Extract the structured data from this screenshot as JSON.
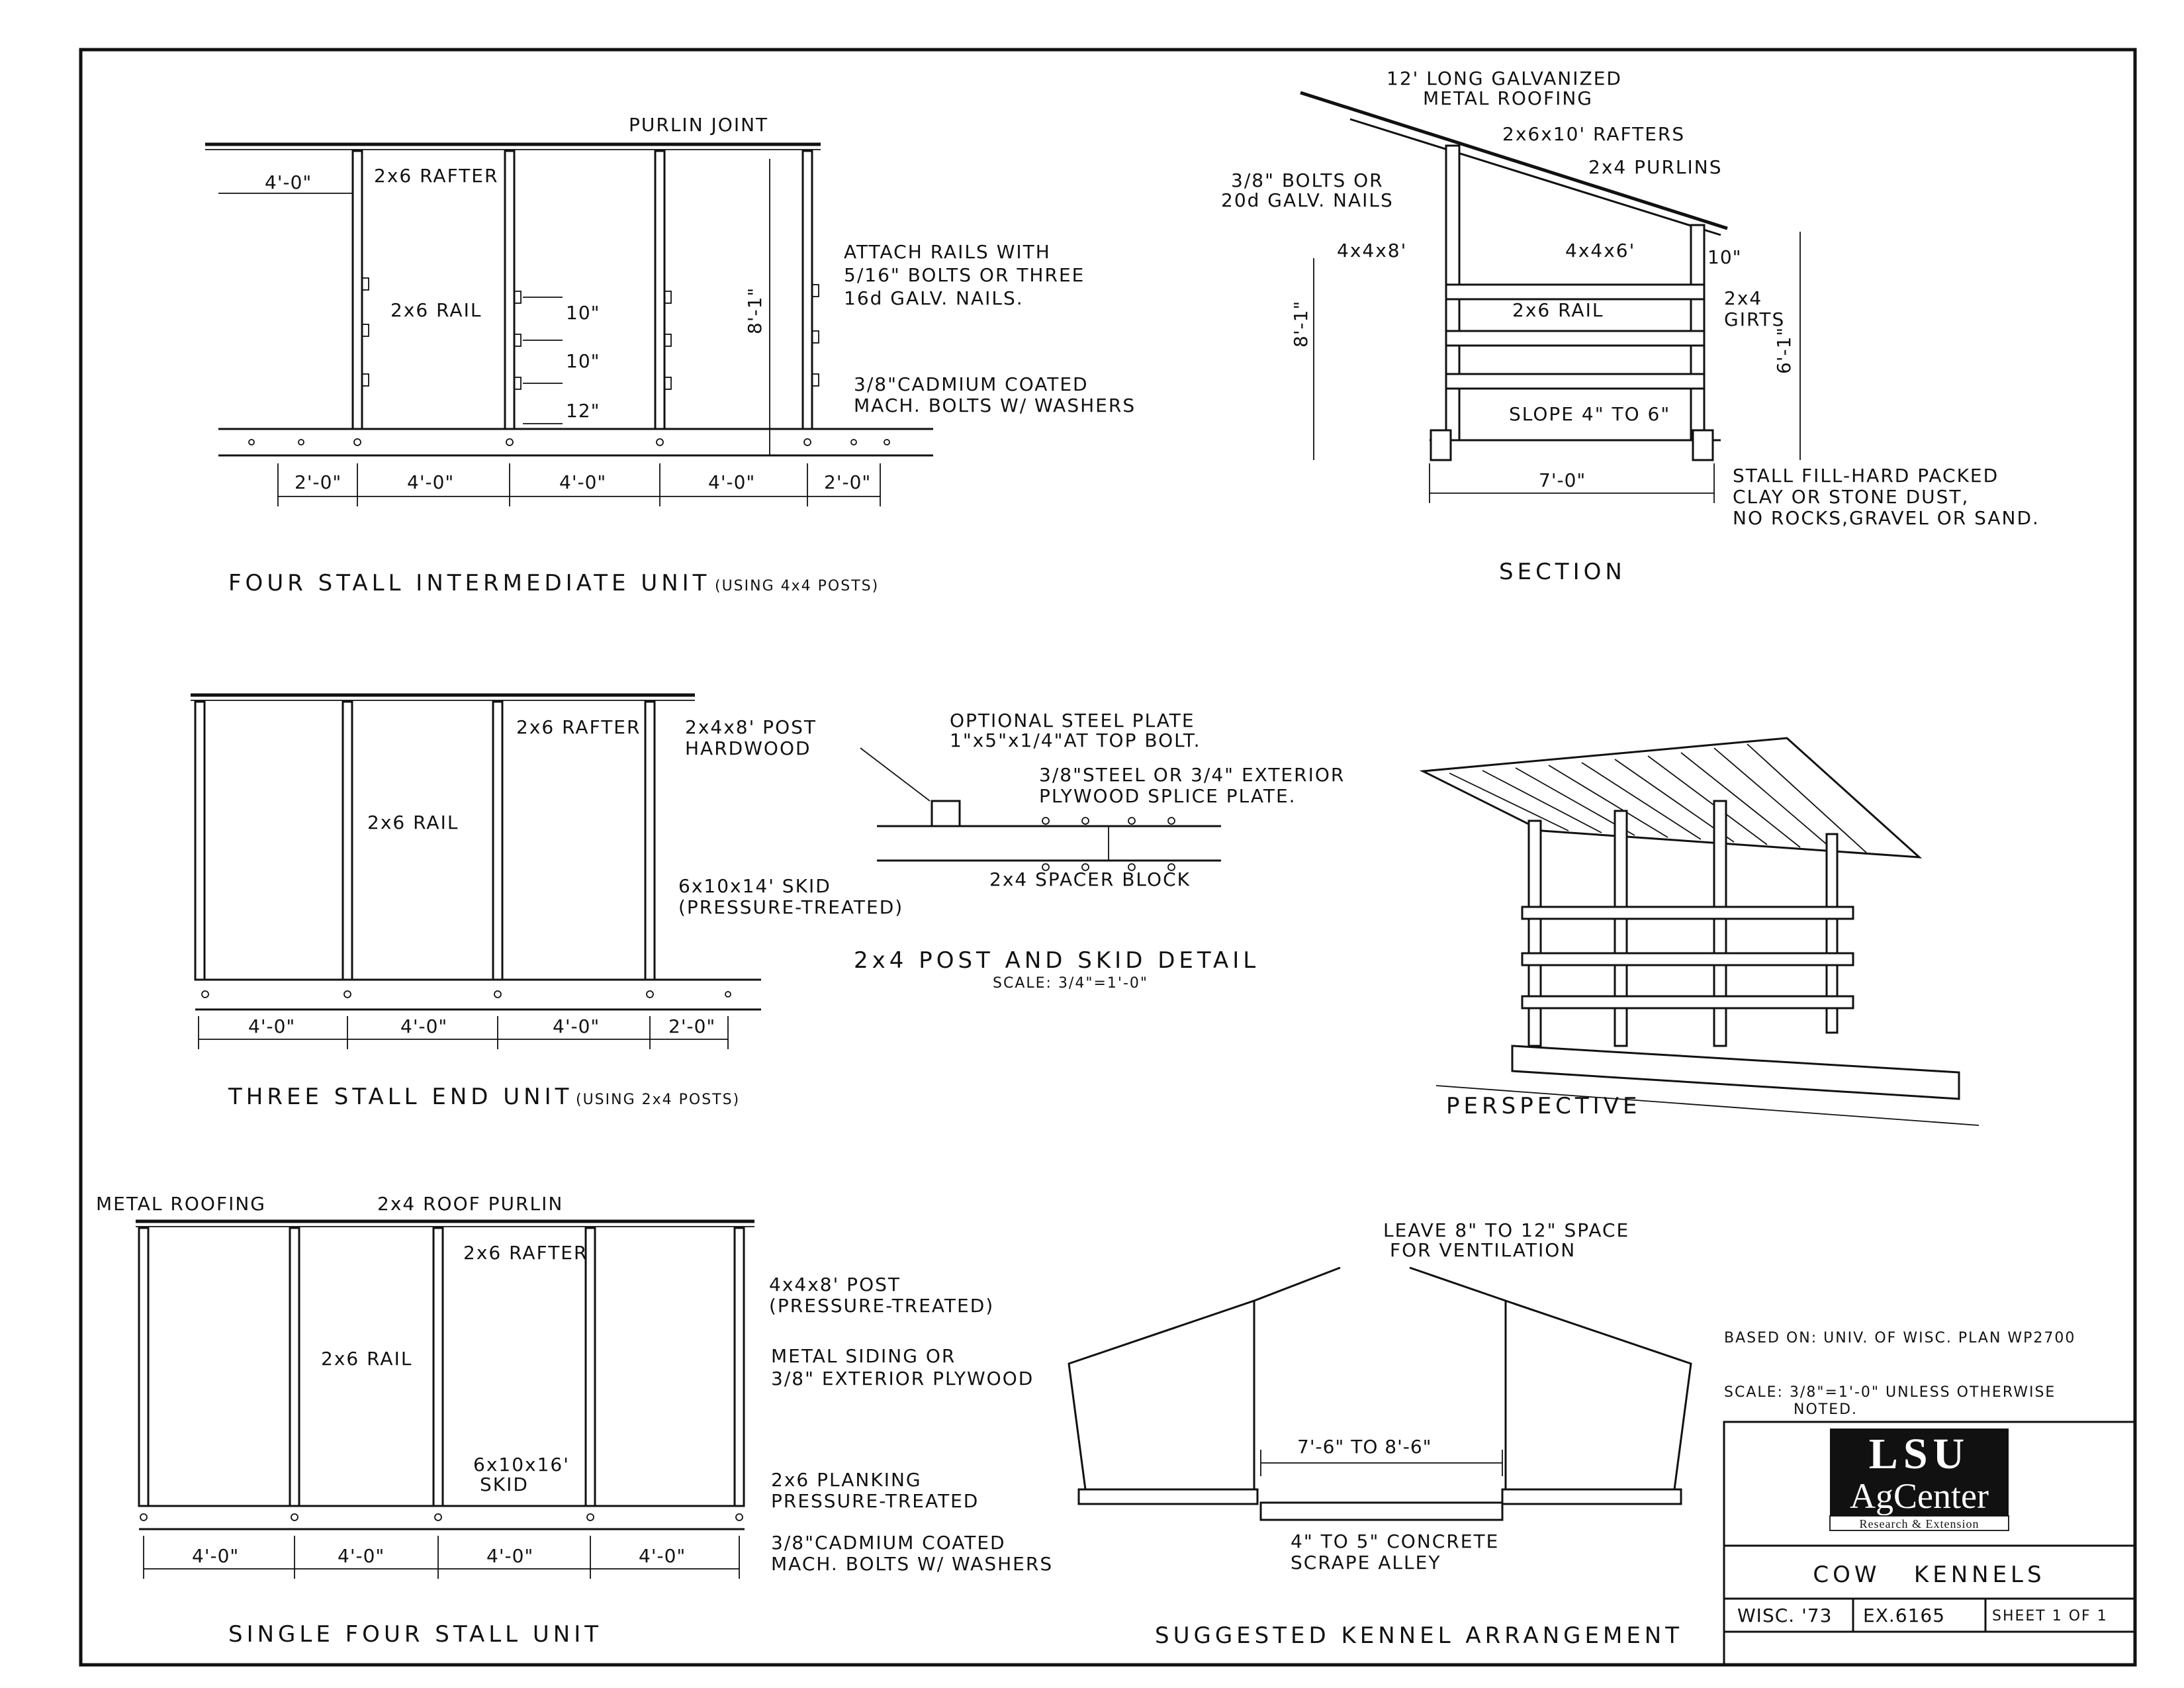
{
  "drawings": {
    "four_stall_intermediate": {
      "title": "FOUR STALL INTERMEDIATE UNIT",
      "title_note": "(USING 4x4 POSTS)",
      "purlin_joint": "PURLIN JOINT",
      "rafter": "2x6 RAFTER",
      "rail": "2x6 RAIL",
      "attach_note": [
        "ATTACH RAILS WITH",
        "5/16\" BOLTS OR THREE",
        "16d GALV. NAILS."
      ],
      "bolts_note": [
        "3/8\"CADMIUM COATED",
        "MACH. BOLTS W/ WASHERS"
      ],
      "overhang_dim": "4'-0\"",
      "height_dim": "8'-1\"",
      "rail_spacing": [
        "10\"",
        "10\"",
        "12\""
      ],
      "bottom_dims": [
        "2'-0\"",
        "4'-0\"",
        "4'-0\"",
        "4'-0\"",
        "2'-0\""
      ]
    },
    "section": {
      "title": "SECTION",
      "roofing": [
        "12' LONG GALVANIZED",
        "METAL ROOFING"
      ],
      "rafters": "2x6x10' RAFTERS",
      "purlins": "2x4 PURLINS",
      "bolts": [
        "3/8\" BOLTS OR",
        "20d GALV. NAILS"
      ],
      "post_back": "4x4x8'",
      "post_front": "4x4x6'",
      "rail": "2x6 RAIL",
      "girts": [
        "2x4",
        "GIRTS"
      ],
      "front_gap": "10\"",
      "height_back": "8'-1\"",
      "height_front": "6'-1\"",
      "slope": "SLOPE 4\" TO 6\"",
      "depth": "7'-0\"",
      "fill_note": [
        "STALL FILL-HARD PACKED",
        "CLAY OR STONE DUST,",
        "NO ROCKS,GRAVEL OR SAND."
      ]
    },
    "three_stall_end": {
      "title": "THREE STALL END UNIT",
      "title_note": "(USING 2x4 POSTS)",
      "rafter": "2x6 RAFTER",
      "post": [
        "2x4x8' POST",
        "HARDWOOD"
      ],
      "rail": "2x6 RAIL",
      "skid": [
        "6x10x14' SKID",
        "(PRESSURE-TREATED)"
      ],
      "bottom_dims": [
        "4'-0\"",
        "4'-0\"",
        "4'-0\"",
        "2'-0\""
      ]
    },
    "post_skid_detail": {
      "title": "2x4 POST AND SKID DETAIL",
      "scale": "SCALE: 3/4\"=1'-0\"",
      "steel_plate": [
        "OPTIONAL STEEL PLATE",
        "1\"x5\"x1/4\"AT TOP BOLT."
      ],
      "splice": [
        "3/8\"STEEL OR 3/4\" EXTERIOR",
        "PLYWOOD SPLICE PLATE."
      ],
      "spacer": "2x4 SPACER BLOCK"
    },
    "perspective": {
      "title": "PERSPECTIVE"
    },
    "single_four_stall": {
      "title": "SINGLE FOUR STALL UNIT",
      "metal_roofing": "METAL ROOFING",
      "roof_purlin": "2x4 ROOF PURLIN",
      "rafter": "2x6 RAFTER",
      "rail": "2x6 RAIL",
      "post": [
        "4x4x8' POST",
        "(PRESSURE-TREATED)"
      ],
      "siding": [
        "METAL SIDING OR",
        "3/8\" EXTERIOR PLYWOOD"
      ],
      "skid": [
        "6x10x16'",
        "SKID"
      ],
      "planking": [
        "2x6 PLANKING",
        "PRESSURE-TREATED"
      ],
      "bolts": [
        "3/8\"CADMIUM COATED",
        "MACH. BOLTS W/ WASHERS"
      ],
      "bottom_dims": [
        "4'-0\"",
        "4'-0\"",
        "4'-0\"",
        "4'-0\""
      ]
    },
    "kennel_arrangement": {
      "title": "SUGGESTED KENNEL ARRANGEMENT",
      "ventilation": [
        "LEAVE 8\" TO 12\" SPACE",
        "FOR VENTILATION"
      ],
      "alley_width": "7'-6\" TO 8'-6\"",
      "alley": [
        "4\" TO 5\" CONCRETE",
        "SCRAPE ALLEY"
      ]
    }
  },
  "title_block": {
    "based_on": "BASED ON: UNIV. OF WISC. PLAN WP2700",
    "scale_note": [
      "SCALE: 3/8\"=1'-0\" UNLESS OTHERWISE",
      "NOTED."
    ],
    "logo_top": "LSU",
    "logo_mid": "AgCenter",
    "logo_sub": "Research & Extension",
    "drawing_name": "COW   KENNELS",
    "origin": "WISC. '73",
    "ex_number": "EX.6165",
    "sheet": "SHEET 1 OF 1"
  }
}
